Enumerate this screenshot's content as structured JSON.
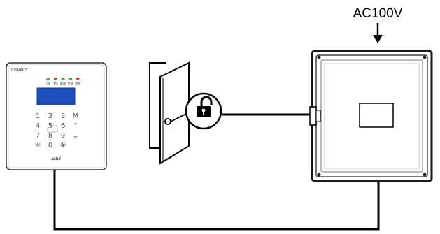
{
  "power": {
    "label": "AC100V"
  },
  "reader": {
    "brand": "IDSMART",
    "leds": [
      {
        "label": "OK",
        "color": "#3fae49"
      },
      {
        "label": "NG",
        "color": "#e03a2f"
      },
      {
        "label": "解錠",
        "color": "#3fae49"
      },
      {
        "label": "警戒",
        "color": "#3fae49"
      },
      {
        "label": "放置",
        "color": "#e03a2f"
      }
    ],
    "keys": [
      [
        "1",
        "2",
        "3",
        "M"
      ],
      [
        "4",
        "5",
        "6",
        "⌃"
      ],
      [
        "7",
        "8",
        "9",
        "⌄"
      ],
      [
        "＊",
        "0",
        "#",
        ""
      ]
    ],
    "logo": "azbil"
  },
  "lock_icon": "unlocked-padlock-icon",
  "door_icon": "door-icon",
  "colors": {
    "line": "#000000",
    "device_fill": "#ffffff",
    "panel_edge": "#1a1a1a"
  }
}
